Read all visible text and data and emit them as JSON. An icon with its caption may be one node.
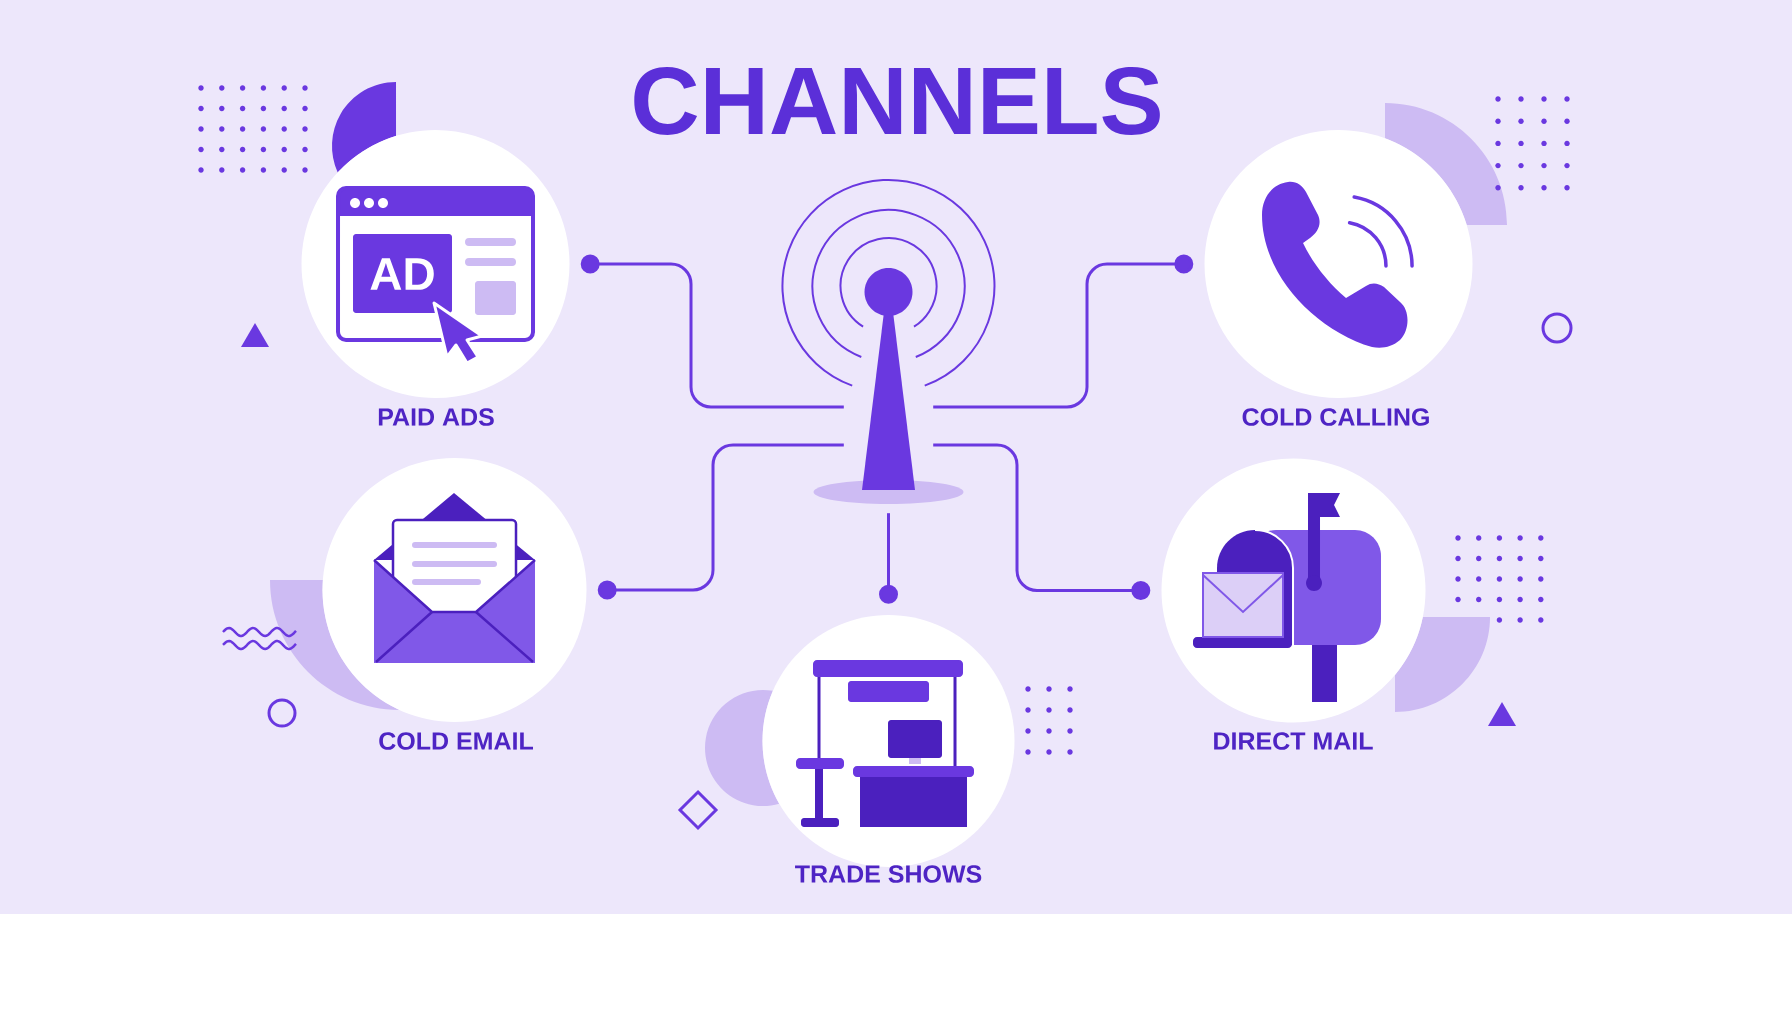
{
  "diagram": {
    "title": "CHANNELS",
    "nodes": [
      {
        "text": [],
        "shape": "picture"
      },
      {
        "text": [
          "AD",
          "PAID ADS"
        ]
      },
      {
        "text": [
          "COLD CALLING"
        ]
      },
      {
        "text": [
          "COLD EMAIL"
        ]
      },
      {
        "text": [
          "TRADE SHOWS"
        ]
      },
      {
        "text": [
          "DIRECT MAIL"
        ]
      }
    ],
    "edges": [
      {
        "from": 0,
        "to": 1,
        "arrow": "other"
      },
      {
        "from": 0,
        "to": 2,
        "arrow": "other"
      },
      {
        "from": 0,
        "to": 3,
        "arrow": "other"
      },
      {
        "from": 0,
        "to": 4,
        "arrow": "other"
      },
      {
        "from": 0,
        "to": 5,
        "arrow": "other"
      }
    ]
  }
}
